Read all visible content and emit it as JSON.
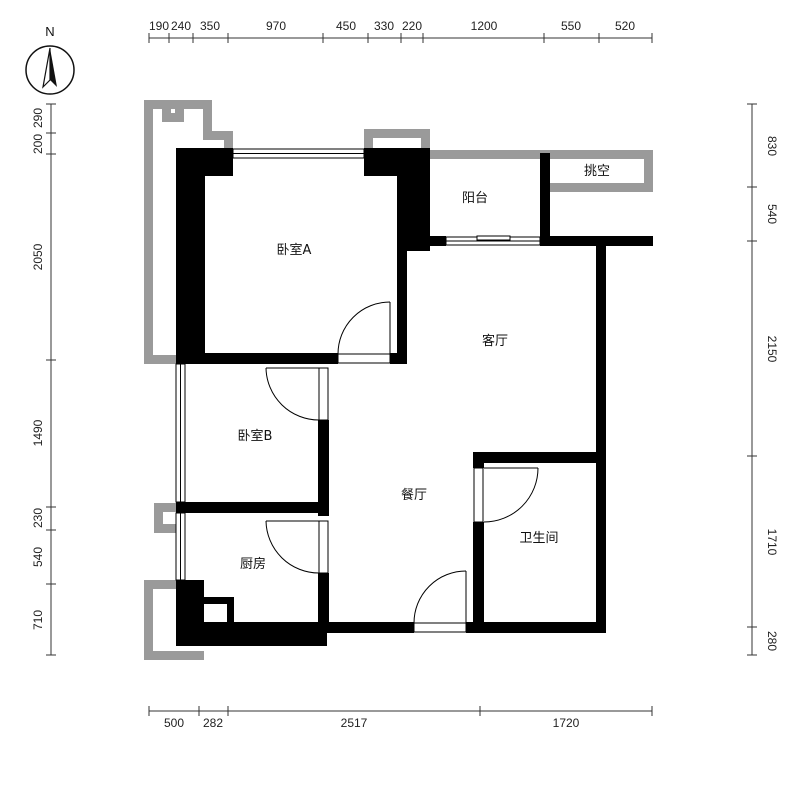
{
  "compass": {
    "label": "N"
  },
  "dimensions": {
    "top": [
      "190",
      "240",
      "350",
      "970",
      "450",
      "330",
      "220",
      "1200",
      "550",
      "520"
    ],
    "bottom": [
      "500",
      "282",
      "2517",
      "1720"
    ],
    "left": [
      "200",
      "290",
      "2050",
      "1490",
      "230",
      "540",
      "710"
    ],
    "right": [
      "830",
      "540",
      "2150",
      "1710",
      "280"
    ]
  },
  "rooms": {
    "bedroom_a": "卧室A",
    "bedroom_b": "卧室B",
    "balcony": "阳台",
    "bay": "挑空",
    "living": "客厅",
    "dining": "餐厅",
    "kitchen": "厨房",
    "bathroom": "卫生间"
  }
}
